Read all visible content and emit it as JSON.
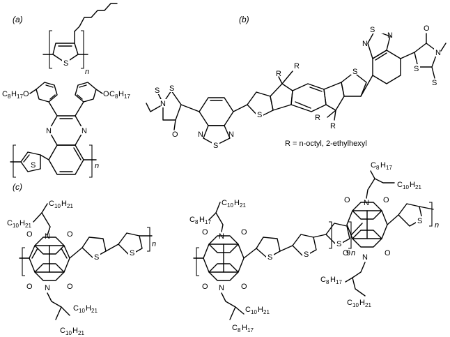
{
  "panels": {
    "a": "(a)",
    "b": "(b)",
    "c": "(c)"
  },
  "atoms": {
    "S": "S",
    "N": "N",
    "O": "O",
    "R": "R",
    "C": "C",
    "H": "H"
  },
  "subscripts": {
    "s8": "8",
    "s17": "17",
    "s10": "10",
    "s21": "21"
  },
  "repeat": {
    "n": "n",
    "ninth": "9"
  },
  "caption_b": "R = n-octyl, 2-ethylhexyl"
}
